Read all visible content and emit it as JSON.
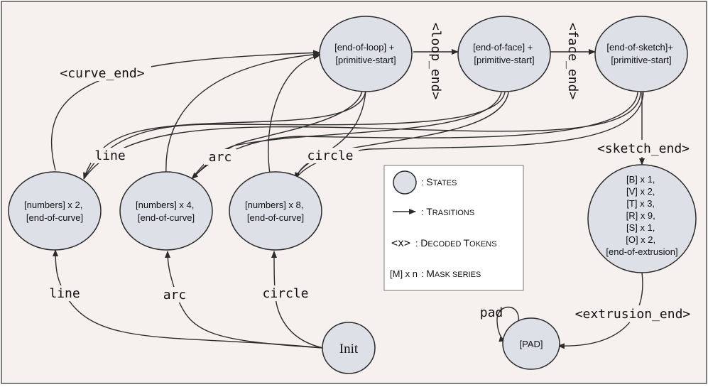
{
  "states": {
    "end_of_loop": [
      "[end-of-loop] +",
      "[primitive-start]"
    ],
    "end_of_face": [
      "[end-of-face] +",
      "[primitive-start]"
    ],
    "end_of_sketch": [
      "[end-of-sketch]+",
      "[primitive-start]"
    ],
    "numbers_2": [
      "[numbers] x 2,",
      "[end-of-curve]"
    ],
    "numbers_4": [
      "[numbers] x 4,",
      "[end-of-curve]"
    ],
    "numbers_8": [
      "[numbers] x 8,",
      "[end-of-curve]"
    ],
    "extrusion": [
      "[B] x 1,",
      "[V] x 2,",
      "[T] x 3,",
      "[R] x 9,",
      "[S] x 1,",
      "[O] x 2,",
      "[end-of-extrusion]"
    ],
    "init": "Init",
    "pad": "[PAD]"
  },
  "tokens": {
    "loop_end": "<loop_end>",
    "face_end": "<face_end>",
    "curve_end": "<curve_end>",
    "sketch_end": "<sketch_end>",
    "extrusion_end": "<extrusion_end>",
    "line_top": "line",
    "arc_top": "arc",
    "circle_top": "circle",
    "line_bottom": "line",
    "arc_bottom": "arc",
    "circle_bottom": "circle",
    "pad": "pad"
  },
  "legend": {
    "states": {
      "prefix": ": ",
      "first": "S",
      "rest": "TATES"
    },
    "transitions": {
      "prefix": ": ",
      "first": "T",
      "rest": "RASITIONS"
    },
    "tokens_symbol": "<x>",
    "tokens": {
      "prefix": " : ",
      "first1": "D",
      "rest1": "ECODED ",
      "first2": "T",
      "rest2": "OKENS"
    },
    "mask_symbol": "[M] x n",
    "mask": {
      "prefix": " : ",
      "first": "M",
      "rest": "ASK SERIES"
    }
  },
  "colors": {
    "background": "#f6f0ee",
    "node_fill": "#dde0e6",
    "stroke": "#2b2b2b",
    "legend_bg": "#ffffff"
  }
}
